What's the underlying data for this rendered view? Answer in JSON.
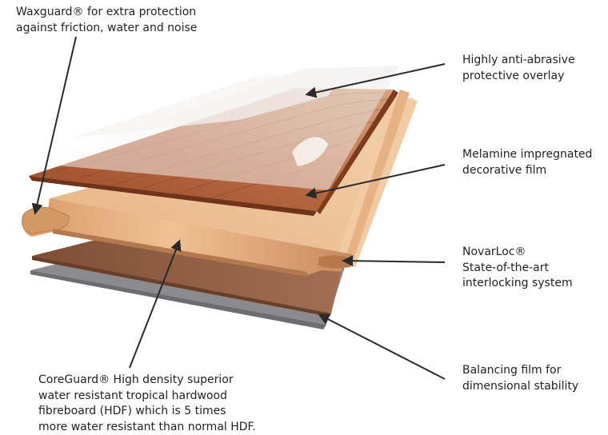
{
  "labels": {
    "waxguard": [
      "Waxguard® for extra protection",
      "against friction, water and noise"
    ],
    "overlay": [
      "Highly anti-abrasive",
      "protective overlay"
    ],
    "melamine": [
      "Melamine impregnated",
      "decorative film"
    ],
    "novarloc": [
      "NovarLoc®",
      "State-of-the-art",
      "interlocking system"
    ],
    "balancing": [
      "Balancing film for",
      "dimensional stability"
    ],
    "coreguard": [
      "CoreGuard® High density superior",
      "water resistant tropical hardwood",
      "fibreboard (HDF) which is 5 times",
      "more water resistant than normal HDF."
    ]
  },
  "colors": {
    "overlay": "#f2f0ee",
    "wood_light": "#b8724a",
    "wood_dark": "#8a4225",
    "core_top": "#e6b489",
    "core_front": "#d49a6a",
    "core_edge": "#f0caa0",
    "backing": "#8d5f46",
    "balancing": "#8a8a8e",
    "arrow": "#2a2a2a"
  }
}
